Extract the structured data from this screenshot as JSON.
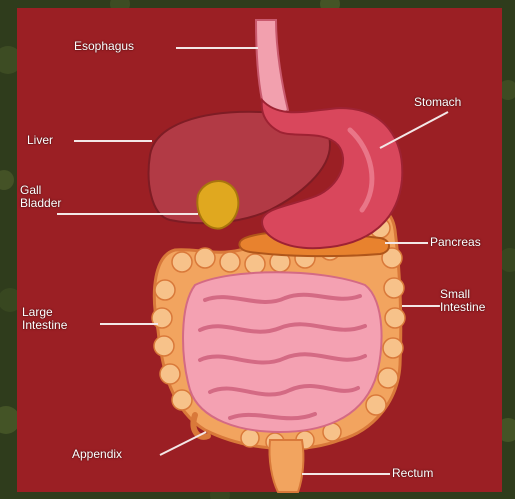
{
  "diagram": {
    "colors": {
      "panel": "#9b1f24",
      "foliage": "#2f3c1c",
      "leader": "#f3e7e7",
      "organ_red": "#d9475c",
      "organ_pink": "#f4a1b2",
      "colon": "#f2a45f"
    },
    "labels": {
      "esophagus": "Esophagus",
      "liver": "Liver",
      "gall_bladder": "Gall\nBladder",
      "large_intestine": "Large\nIntestine",
      "appendix": "Appendix",
      "stomach": "Stomach",
      "pancreas": "Pancreas",
      "small_intestine": "Small\nIntestine",
      "rectum": "Rectum"
    }
  }
}
